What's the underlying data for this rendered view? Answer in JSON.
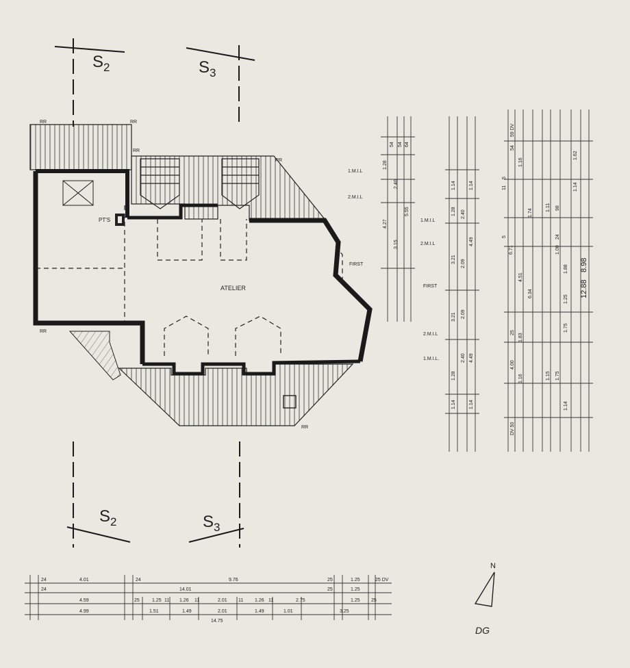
{
  "plan": {
    "room_label": "ATELIER",
    "chimney_label": "PT'S",
    "downpipe_label": "RR",
    "dg_label": "DG",
    "north_label": "N"
  },
  "sections": {
    "s2": {
      "prefix": "S",
      "index": "2"
    },
    "s3": {
      "prefix": "S",
      "index": "3"
    }
  },
  "levels": {
    "first": "FIRST",
    "mil1": "1.M.I.L",
    "mil2": "2.M.I.L",
    "mil1_low": "1.M.I.L.",
    "mil2_low": "2.M.I.L"
  },
  "dims_vertical_1": [
    "54",
    "54",
    "64",
    "1.28",
    "2.40",
    "5.55",
    "4.27",
    "3.15"
  ],
  "dims_vertical_2": [
    "1.14",
    "1.14",
    "1.28",
    "2.40",
    "4.49",
    "3.21",
    "2.09",
    "3.21",
    "2.09",
    "2.40",
    "4.49",
    "1.28",
    "1.14",
    "1.14"
  ],
  "dims_vertical_3": [
    "59 DV",
    "54",
    "1.16",
    "1.62",
    "1.14",
    "1.74",
    "1.11",
    "98",
    "6.71",
    "4.51",
    "6.34",
    "1.88",
    "8.98",
    "12.88",
    "1.25",
    "1.75",
    "1.83",
    "25",
    "4.00",
    "1.16",
    "1.15",
    "1.75",
    "1.14",
    "DV 50",
    "11",
    "5",
    "24",
    "1.00",
    "5"
  ],
  "dims_horizontal": {
    "row1": [
      "24",
      "4.01",
      "24",
      "9.76",
      "25",
      "1.25",
      "25 DV"
    ],
    "row2": [
      "24",
      "14.01",
      "25",
      "1.25"
    ],
    "row3": [
      "4.59",
      "25",
      "1.25",
      "11",
      "1.26",
      "11",
      "2.01",
      "11",
      "1.26",
      "11",
      "2.75",
      "1.25",
      "25"
    ],
    "row4": [
      "4.99",
      "1.51",
      "1.49",
      "2.01",
      "1.49",
      "1.01",
      "3.25",
      "14.75"
    ]
  }
}
